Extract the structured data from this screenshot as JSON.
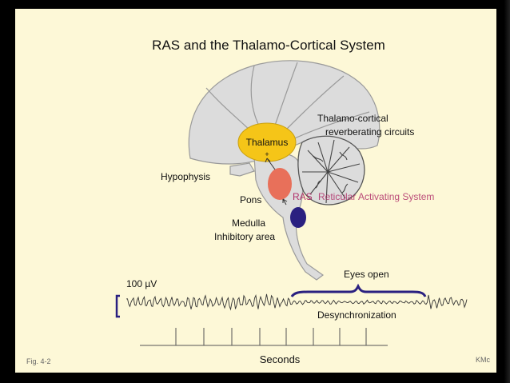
{
  "title": "RAS and the Thalamo-Cortical System",
  "labels": {
    "thalamus": "Thalamus",
    "thalamo_cortical_line1": "Thalamo-cortical",
    "thalamo_cortical_line2": "reverberating circuits",
    "hypophysis": "Hypophysis",
    "pons": "Pons",
    "ras_abbrev": "RAS",
    "ras_full": "Reticular Activating System",
    "medulla_line1": "Medulla",
    "medulla_line2": "Inhibitory area",
    "eyes_open": "Eyes open",
    "scale": "100 µV",
    "desynchronization": "Desynchronization",
    "seconds": "Seconds",
    "figure": "Fig. 4-2",
    "credit": "KMc"
  },
  "colors": {
    "slide_background": "#fdf8d7",
    "brain": "#dcdcdc",
    "thalamus": "#f5c518",
    "pons_nucleus": "#e8705a",
    "medulla_nucleus": "#2a2080",
    "ras_label": "#b0306a",
    "eyes_open_brace": "#2a2080"
  }
}
